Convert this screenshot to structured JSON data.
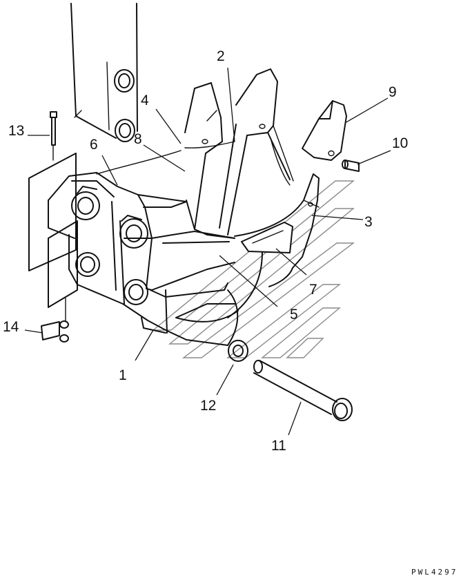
{
  "callouts": [
    {
      "id": "1",
      "label": "1"
    },
    {
      "id": "2",
      "label": "2"
    },
    {
      "id": "3",
      "label": "3"
    },
    {
      "id": "4",
      "label": "4"
    },
    {
      "id": "5",
      "label": "5"
    },
    {
      "id": "6",
      "label": "6"
    },
    {
      "id": "7",
      "label": "7"
    },
    {
      "id": "8",
      "label": "8"
    },
    {
      "id": "9",
      "label": "9"
    },
    {
      "id": "10",
      "label": "10"
    },
    {
      "id": "11",
      "label": "11"
    },
    {
      "id": "12",
      "label": "12"
    },
    {
      "id": "13",
      "label": "13"
    },
    {
      "id": "14",
      "label": "14"
    }
  ],
  "drawing_code": "PWL4297"
}
